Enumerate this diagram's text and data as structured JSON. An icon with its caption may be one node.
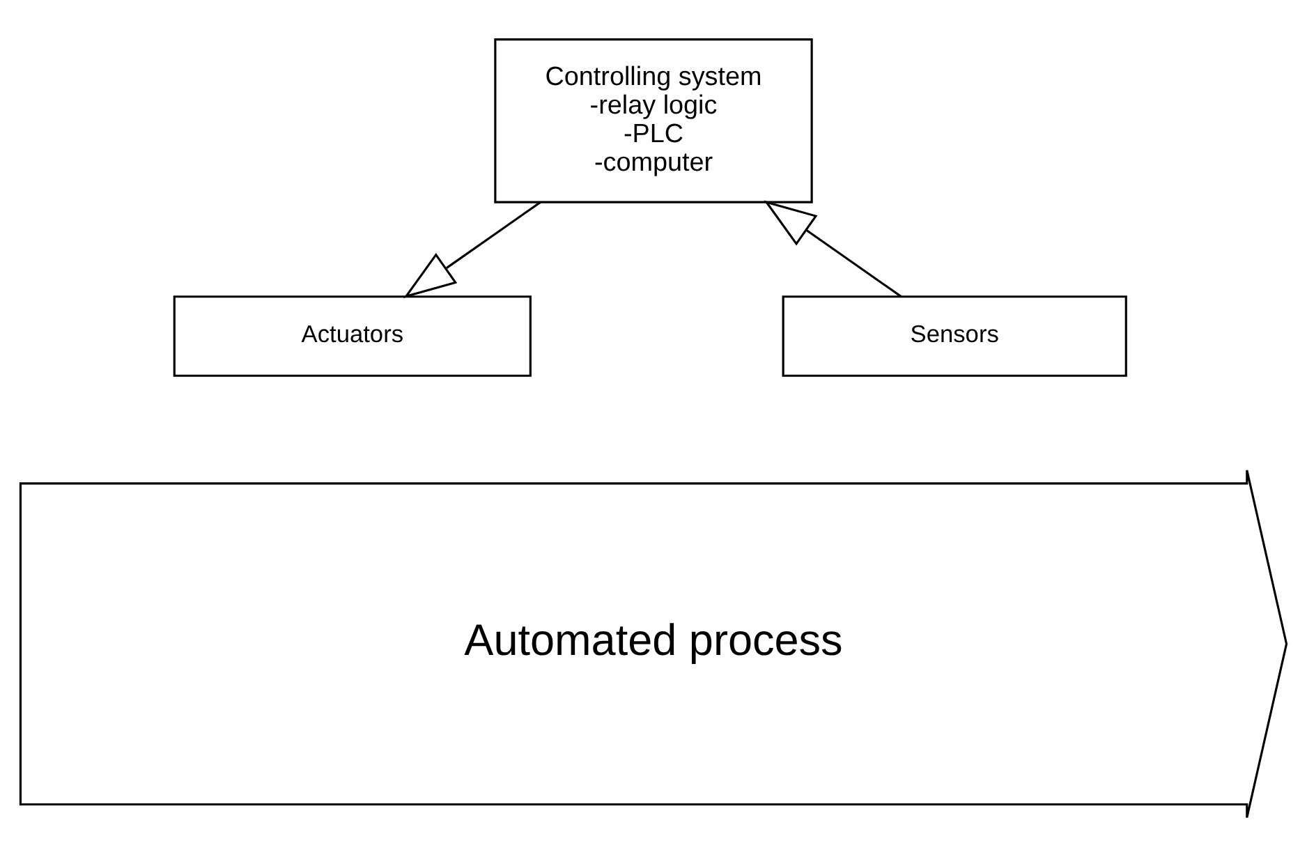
{
  "diagram": {
    "nodes": [
      {
        "text": [
          "Controlling system",
          "-relay logic",
          "-PLC",
          "-computer"
        ]
      },
      {
        "text": [
          "Actuators"
        ]
      },
      {
        "text": [
          "Sensors"
        ]
      },
      {
        "text": [
          "Automated process"
        ]
      }
    ],
    "edges": [
      {
        "from": 0,
        "to": 1,
        "arrow": "to"
      },
      {
        "from": 2,
        "to": 0,
        "arrow": "to"
      }
    ]
  }
}
